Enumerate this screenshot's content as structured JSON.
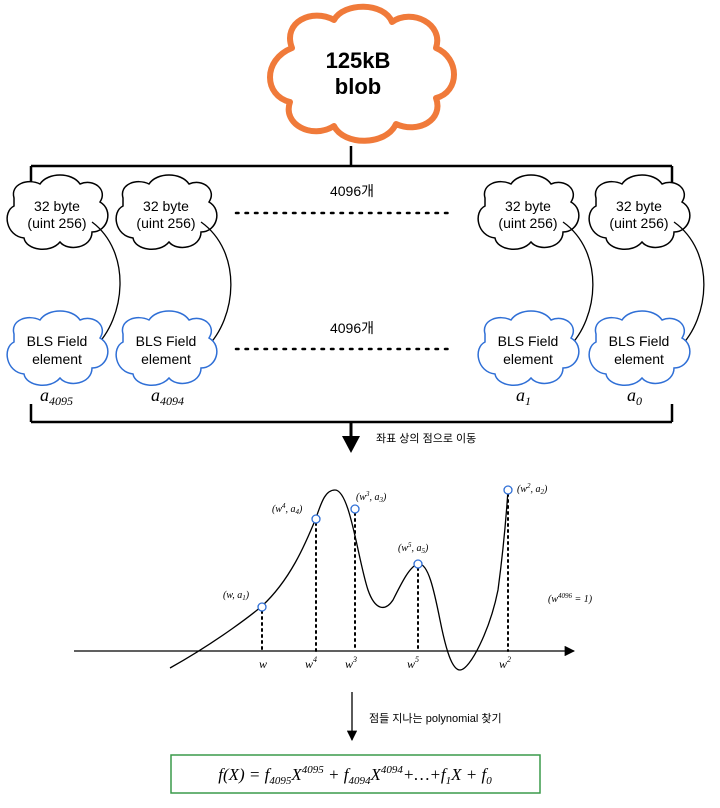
{
  "blob": {
    "line1": "125kB",
    "line2": "blob",
    "color": "#f07a3a"
  },
  "uint_cloud": {
    "line1": "32 byte",
    "line2": "(uint 256)"
  },
  "field_cloud": {
    "line1": "BLS Field",
    "line2": "element",
    "color": "#2f6fd6"
  },
  "counts": {
    "top": "4096개",
    "bottom": "4096개"
  },
  "element_labels": {
    "a4095": {
      "base": "a",
      "sub": "4095"
    },
    "a4094": {
      "base": "a",
      "sub": "4094"
    },
    "a1": {
      "base": "a",
      "sub": "1"
    },
    "a0": {
      "base": "a",
      "sub": "0"
    }
  },
  "step1_label": "좌표 상의 점으로 이동",
  "step2_label": "점들 지나는 polynomial 찾기",
  "points": {
    "p1": {
      "w": "w",
      "exp": "",
      "a": "a",
      "asub": "1"
    },
    "p4": {
      "w": "w",
      "exp": "4",
      "a": "a",
      "asub": "4"
    },
    "p3": {
      "w": "w",
      "exp": "3",
      "a": "a",
      "asub": "3"
    },
    "p5": {
      "w": "w",
      "exp": "5",
      "a": "a",
      "asub": "5"
    },
    "p2": {
      "w": "w",
      "exp": "2",
      "a": "a",
      "asub": "2"
    }
  },
  "x_ticks": {
    "t1": {
      "base": "w",
      "exp": ""
    },
    "t4": {
      "base": "w",
      "exp": "4"
    },
    "t3": {
      "base": "w",
      "exp": "3"
    },
    "t5": {
      "base": "w",
      "exp": "5"
    },
    "t2": {
      "base": "w",
      "exp": "2"
    }
  },
  "root_note": {
    "base": "w",
    "exp": "4096",
    "rest": " = 1)",
    "open": "("
  },
  "formula": {
    "lhs": "f(X) = ",
    "f1": "f",
    "f1sub": "4095",
    "x1": "X",
    "x1exp": "4095",
    "plus1": " + ",
    "f2": "f",
    "f2sub": "4094",
    "x2": "X",
    "x2exp": "4094",
    "dots": "+…+",
    "f3": "f",
    "f3sub": "1",
    "x3": "X",
    "plus2": " + ",
    "f4": "f",
    "f4sub": "0",
    "border_color": "#3a9a4a"
  }
}
